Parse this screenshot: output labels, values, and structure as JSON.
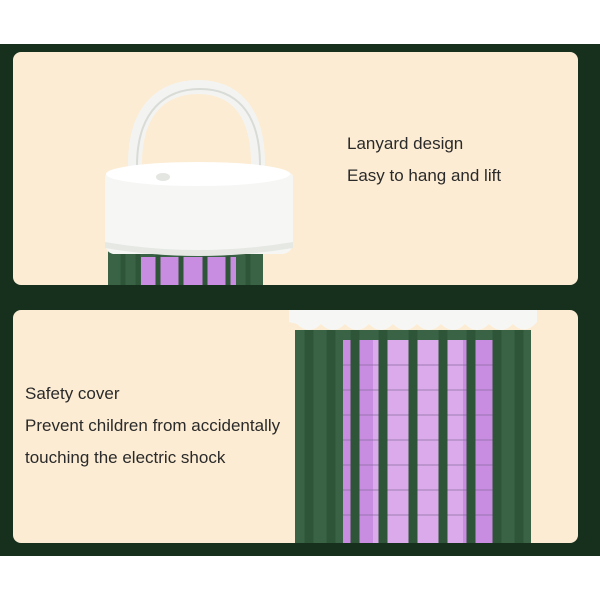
{
  "panels": [
    {
      "lines": [
        "Lanyard design",
        "Easy to hang and lift"
      ]
    },
    {
      "lines": [
        "Safety cover",
        "Prevent children from accidentally",
        "touching the electric shock"
      ]
    }
  ],
  "colors": {
    "frame": "#16301d",
    "panel": "#fcecd3",
    "cage_green": "#3a6245",
    "uv_glow": "#c88ce0",
    "shell": "#f6f7f5"
  },
  "icons": [
    "lamp-handle-icon",
    "bug-zapper-icon"
  ]
}
